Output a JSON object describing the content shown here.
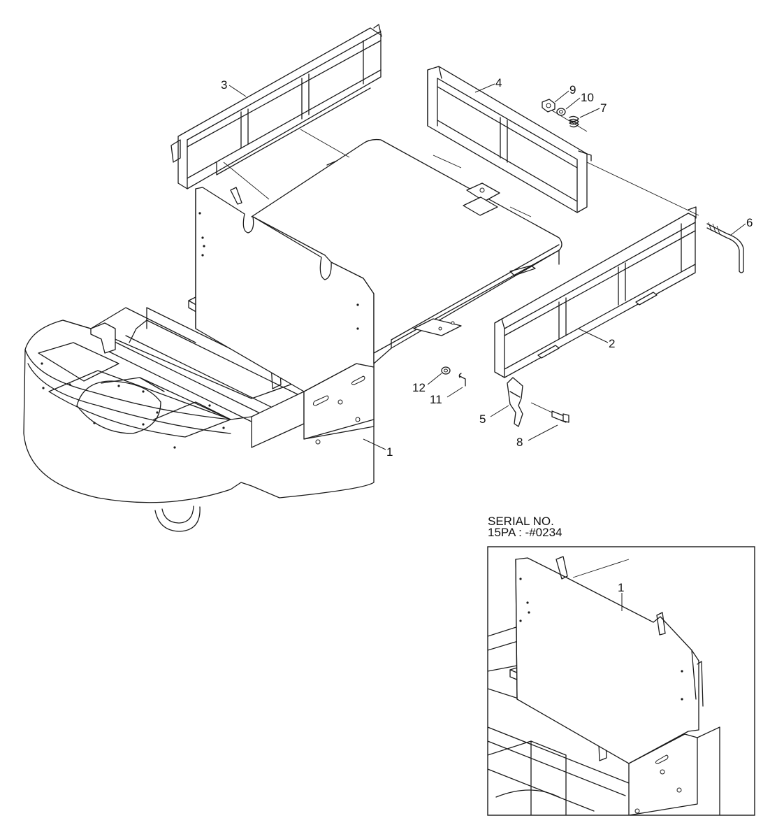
{
  "callouts": {
    "c1": "1",
    "c2": "2",
    "c3": "3",
    "c4": "4",
    "c5": "5",
    "c6": "6",
    "c7": "7",
    "c8": "8",
    "c9": "9",
    "c10": "10",
    "c11": "11",
    "c12": "12",
    "inset_c1": "1"
  },
  "inset": {
    "serial_line1": "SERIAL NO.",
    "serial_line2": "15PA : -#0234"
  }
}
